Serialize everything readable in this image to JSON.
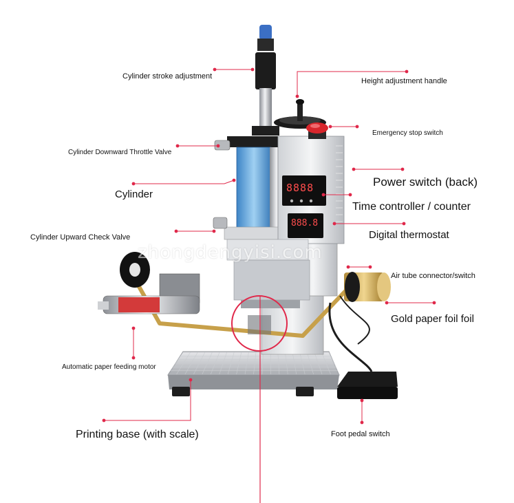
{
  "labels": {
    "stroke_adjust": "Cylinder stroke adjustment",
    "height_handle": "Height adjustment handle",
    "emergency_stop": "Emergency stop switch",
    "down_throttle": "Cylinder Downward Throttle Valve",
    "power_switch": "Power switch (back)",
    "cylinder": "Cylinder",
    "time_controller": "Time controller / counter",
    "up_check_valve": "Cylinder Upward Check Valve",
    "thermostat": "Digital thermostat",
    "air_tube": "Air tube connector/switch",
    "gold_foil": "Gold paper foil foil",
    "feeding_motor": "Automatic paper feeding motor",
    "printing_base": "Printing base (with scale)",
    "foot_pedal": "Foot pedal switch"
  },
  "watermark": "zhongdengyisi.com",
  "display": {
    "upper": "8888",
    "lower": "888.8"
  },
  "colors": {
    "leader": "#e0284a",
    "dot": "#e0284a",
    "accent_blue": "#2f6fd6",
    "stop_red": "#d8262c"
  }
}
